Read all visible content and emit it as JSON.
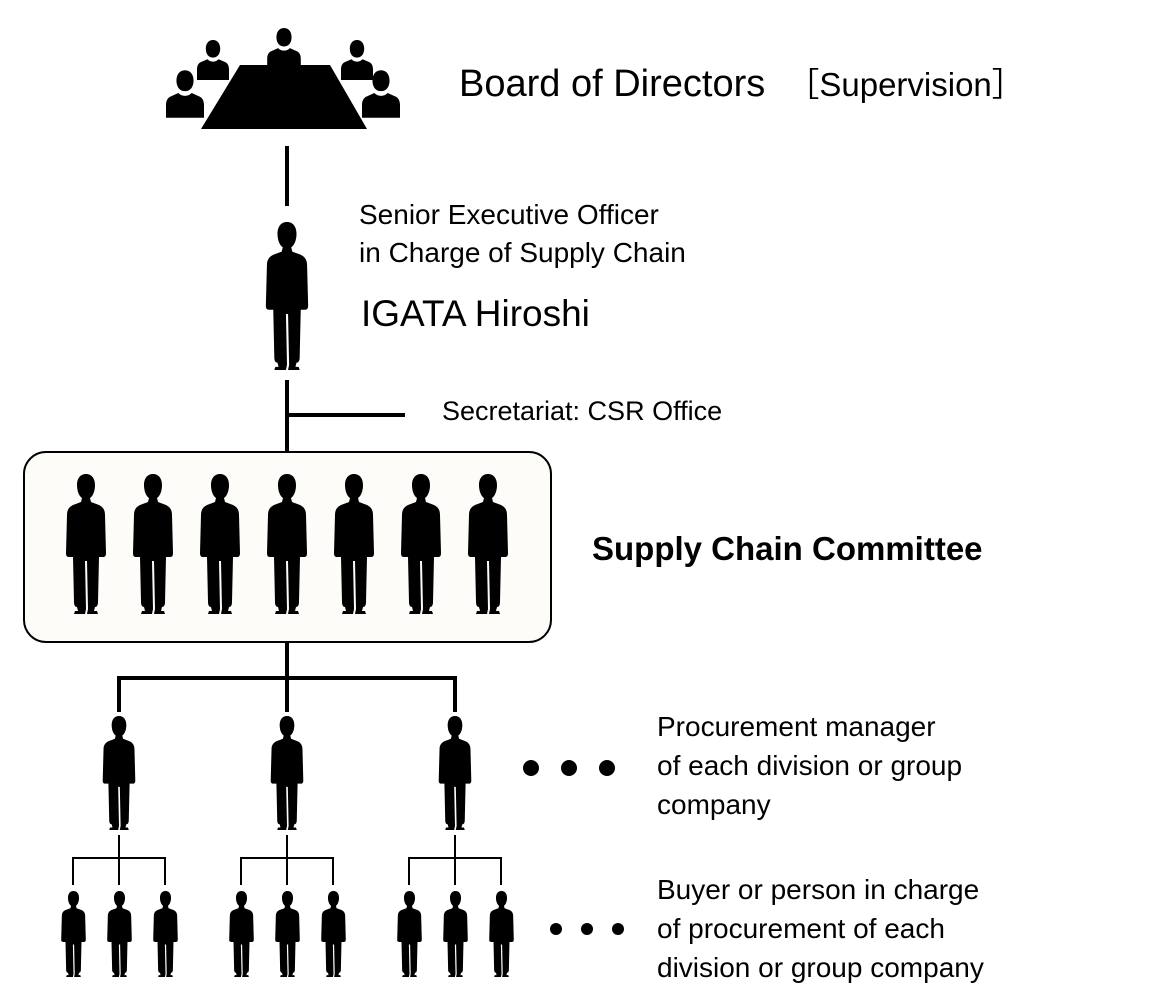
{
  "board": {
    "title": "Board of Directors",
    "subtitle": "［Supervision］"
  },
  "executive": {
    "role_line1": "Senior Executive Officer",
    "role_line2": "in Charge of Supply Chain",
    "name": "IGATA Hiroshi"
  },
  "secretariat": {
    "label": "Secretariat: CSR Office"
  },
  "committee": {
    "label": "Supply Chain Committee",
    "member_count": 7,
    "box_fill": "#fdfcf8"
  },
  "procurement_managers": {
    "line1": "Procurement manager",
    "line2": "of each division or group",
    "line3": "company",
    "shown_count": 3
  },
  "buyers": {
    "line1": "Buyer or person in charge",
    "line2": "of procurement of each",
    "line3": "division or group company",
    "per_manager": 3
  },
  "colors": {
    "ink": "#000000",
    "background": "#ffffff"
  }
}
